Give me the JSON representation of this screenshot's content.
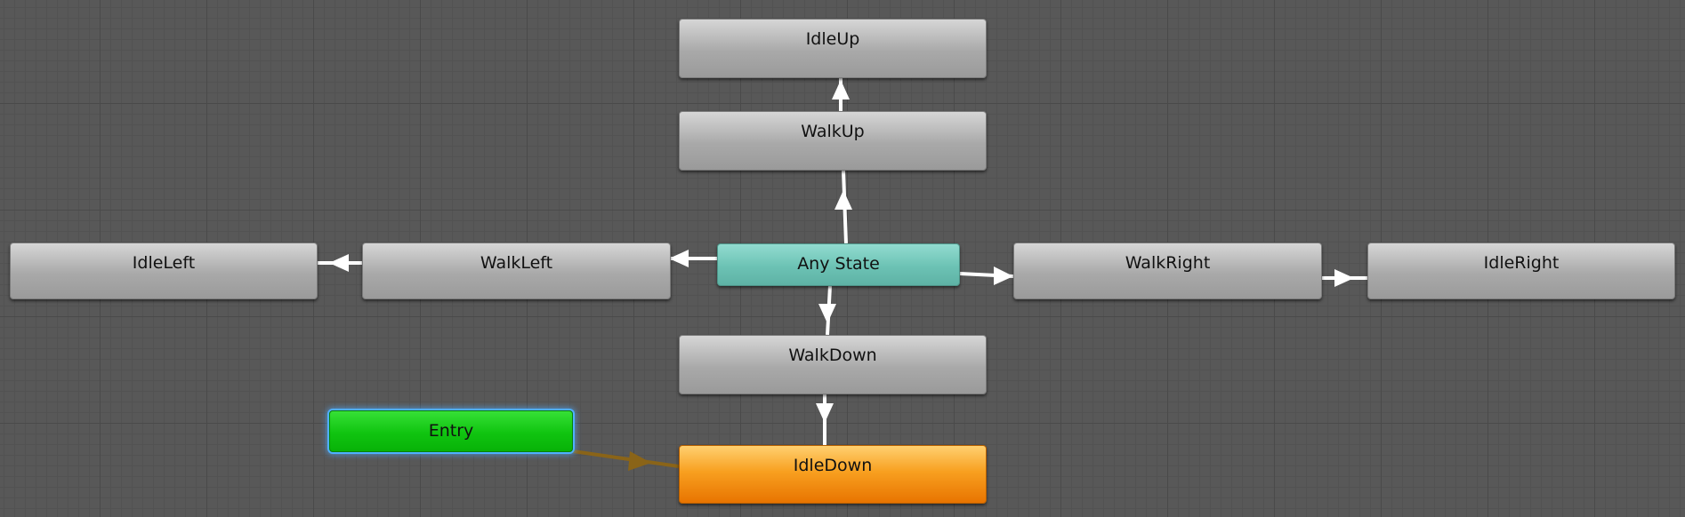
{
  "window": {
    "title": "Animator"
  },
  "colors": {
    "background": "#585858",
    "state": "#a9a9a9",
    "any_state": "#6cc2b4",
    "default_state": "#f8a020",
    "entry": "#10c410",
    "selection_glow": "#4fb0ff",
    "transition": "#ffffff",
    "default_transition": "#8a6418"
  },
  "states": {
    "idle_up": "IdleUp",
    "walk_up": "WalkUp",
    "idle_left": "IdleLeft",
    "walk_left": "WalkLeft",
    "any_state": "Any State",
    "walk_right": "WalkRight",
    "idle_right": "IdleRight",
    "walk_down": "WalkDown",
    "entry": "Entry",
    "idle_down": "IdleDown"
  },
  "transitions": [
    {
      "from": "Any State",
      "to": "WalkUp"
    },
    {
      "from": "WalkUp",
      "to": "IdleUp"
    },
    {
      "from": "Any State",
      "to": "WalkLeft"
    },
    {
      "from": "WalkLeft",
      "to": "IdleLeft"
    },
    {
      "from": "Any State",
      "to": "WalkRight"
    },
    {
      "from": "WalkRight",
      "to": "IdleRight"
    },
    {
      "from": "Any State",
      "to": "WalkDown"
    },
    {
      "from": "WalkDown",
      "to": "IdleDown"
    },
    {
      "from": "Entry",
      "to": "IdleDown",
      "default": true
    }
  ]
}
